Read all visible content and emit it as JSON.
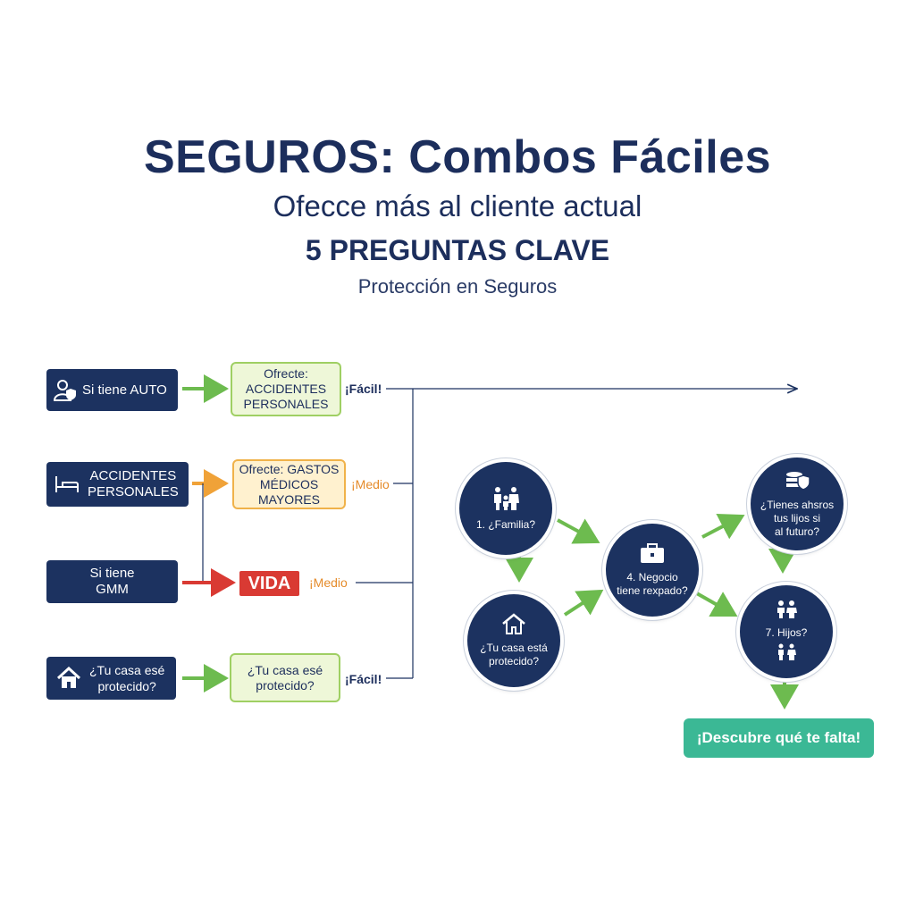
{
  "header": {
    "title": "SEGUROS: Combos Fáciles",
    "subtitle": "Ofecce más al cliente actual",
    "heading": "5 PREGUNTAS CLAVE",
    "subheading": "Protección en Seguros"
  },
  "rows": [
    {
      "source": "Si tiene AUTO",
      "source_icon": "person-shield-icon",
      "offer": [
        "Ofrecte:",
        "ACCIDENTES",
        "PERSONALES"
      ],
      "tag": "¡Fácil!"
    },
    {
      "source": [
        "ACCIDENTES",
        "PERSONALES"
      ],
      "source_icon": "bed-icon",
      "offer": [
        "Ofrecte: GASTOS",
        "MÉDICOS MAYORES"
      ],
      "tag": "¡Medio"
    },
    {
      "source": [
        "Si tiene",
        "GMM"
      ],
      "offer": [
        "VIDA"
      ],
      "tag": "¡Medio"
    },
    {
      "source": [
        "¿Tu casa esé",
        "protecido?"
      ],
      "source_icon": "house-icon",
      "offer": [
        "¿Tu casa esé",
        "protecido?"
      ],
      "tag": "¡Fácil!"
    }
  ],
  "questions": [
    {
      "label": [
        "1. ¿Familia?"
      ],
      "icon": "family-icon"
    },
    {
      "label": [
        "¿Tu casa está",
        "protecido?"
      ],
      "icon": "house-icon"
    },
    {
      "label": [
        "4. Negocio",
        "tiene rexpado?"
      ],
      "icon": "briefcase-icon"
    },
    {
      "label": [
        "¿Tienes ahsros",
        "tus lijos si",
        "al futuro?"
      ],
      "icon": "savings-shield-icon"
    },
    {
      "label": [
        "7. Hijos?"
      ],
      "icon": "children-icon"
    }
  ],
  "cta": "¡Descubre qué te falta!",
  "colors": {
    "navy": "#1c3260",
    "green_arrow": "#6dbb4f",
    "orange_arrow": "#f0a238",
    "red": "#d93a33",
    "teal": "#3bb895"
  }
}
